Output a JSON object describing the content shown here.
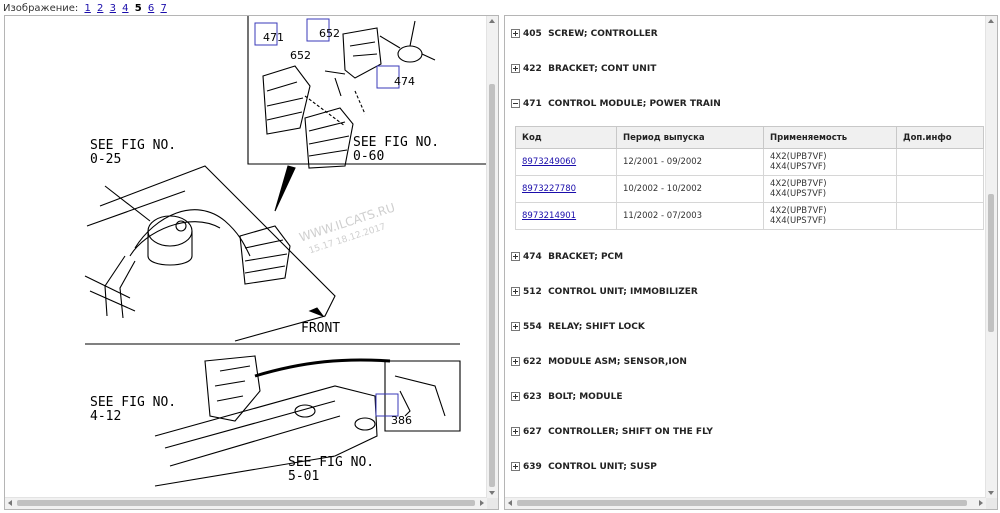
{
  "pager": {
    "label": "Изображение:",
    "pages": [
      "1",
      "2",
      "3",
      "4",
      "5",
      "6",
      "7"
    ],
    "current": "5"
  },
  "diagram": {
    "callouts": [
      "471",
      "652",
      "652",
      "474",
      "386"
    ],
    "labels": [
      "SEE FIG NO.",
      "0-25",
      "SEE FIG NO.",
      "0-60",
      "FRONT",
      "SEE FIG NO.",
      "4-12",
      "SEE FIG NO.",
      "5-01"
    ],
    "watermark": [
      "WWW.ILCATS.RU",
      "15.17 18.12.2017"
    ]
  },
  "parts": {
    "items": [
      {
        "number": "405",
        "name": "SCREW; CONTROLLER",
        "expanded": false
      },
      {
        "number": "422",
        "name": "BRACKET; CONT UNIT",
        "expanded": false
      },
      {
        "number": "471",
        "name": "CONTROL MODULE; POWER TRAIN",
        "expanded": true
      },
      {
        "number": "474",
        "name": "BRACKET; PCM",
        "expanded": false
      },
      {
        "number": "512",
        "name": "CONTROL UNIT; IMMOBILIZER",
        "expanded": false
      },
      {
        "number": "554",
        "name": "RELAY; SHIFT LOCK",
        "expanded": false
      },
      {
        "number": "622",
        "name": "MODULE ASM; SENSOR,ION",
        "expanded": false
      },
      {
        "number": "623",
        "name": "BOLT; MODULE",
        "expanded": false
      },
      {
        "number": "627",
        "name": "CONTROLLER; SHIFT ON THE FLY",
        "expanded": false
      },
      {
        "number": "639",
        "name": "CONTROL UNIT; SUSP",
        "expanded": false
      }
    ],
    "table": {
      "headers": [
        "Код",
        "Период выпуска",
        "Применяемость",
        "Доп.инфо"
      ],
      "rows": [
        {
          "code": "8973249060",
          "period": "12/2001 - 09/2002",
          "apply": [
            "4X2(UPB7VF)",
            "4X4(UPS7VF)"
          ],
          "info": ""
        },
        {
          "code": "8973227780",
          "period": "10/2002 - 10/2002",
          "apply": [
            "4X2(UPB7VF)",
            "4X4(UPS7VF)"
          ],
          "info": ""
        },
        {
          "code": "8973214901",
          "period": "11/2002 - 07/2003",
          "apply": [
            "4X2(UPB7VF)",
            "4X4(UPS7VF)"
          ],
          "info": ""
        }
      ]
    }
  },
  "colors": {
    "link": "#1a0dab",
    "callout_box": "#3a3ab8",
    "pane_border": "#b5b5b5",
    "scroll_thumb": "#c1c1c1"
  }
}
